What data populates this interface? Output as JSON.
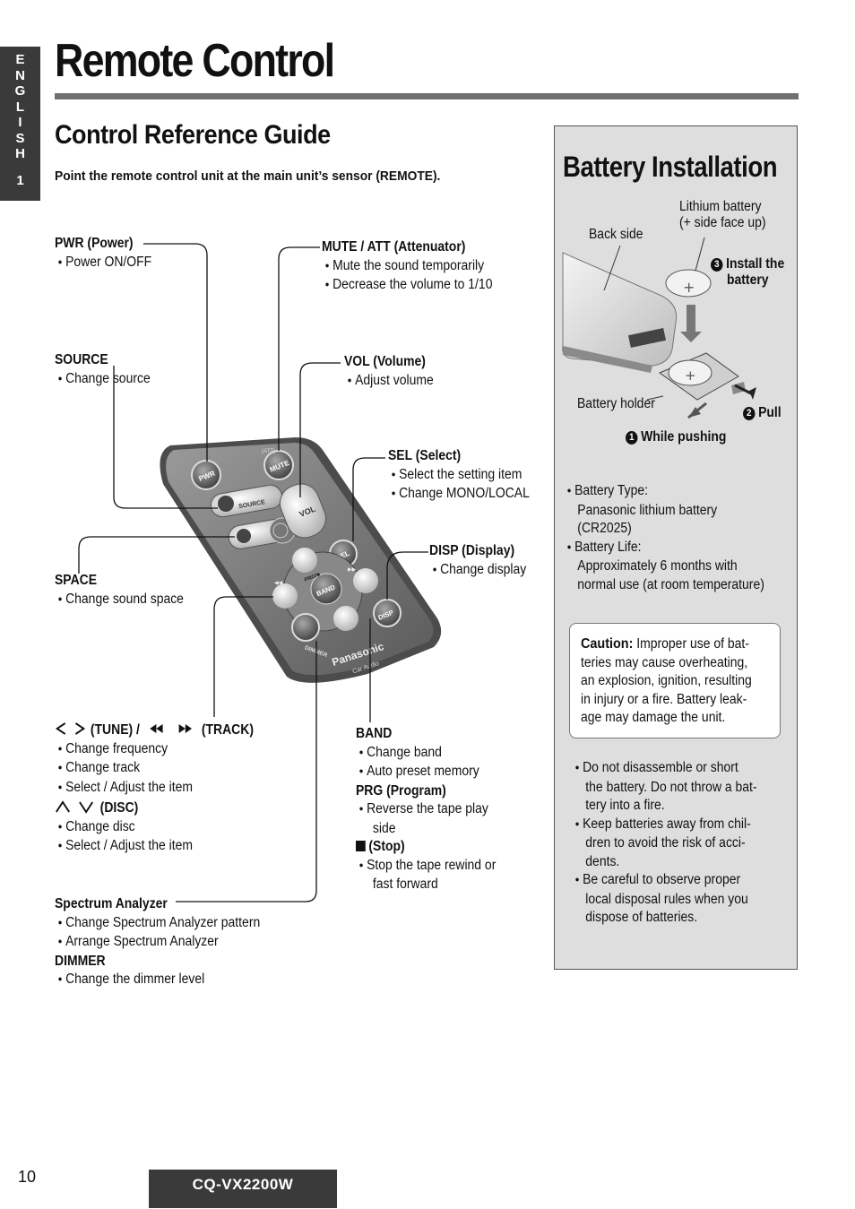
{
  "side_tab": {
    "letters": [
      "E",
      "N",
      "G",
      "L",
      "I",
      "S",
      "H"
    ],
    "number": "1"
  },
  "page_title": "Remote Control",
  "left": {
    "heading": "Control Reference Guide",
    "intro": "Point the remote control unit at the main unit’s sensor (REMOTE).",
    "pwr": {
      "title": "PWR (Power)",
      "items": [
        "Power ON/OFF"
      ]
    },
    "source": {
      "title": "SOURCE",
      "items": [
        "Change source"
      ]
    },
    "space": {
      "title": "SPACE",
      "items": [
        "Change sound space"
      ]
    },
    "mute": {
      "title": "MUTE / ATT (Attenuator)",
      "items": [
        "Mute the sound temporarily",
        "Decrease the volume to 1/10"
      ]
    },
    "vol": {
      "title": "VOL (Volume)",
      "items": [
        "Adjust volume"
      ]
    },
    "sel": {
      "title": "SEL (Select)",
      "items": [
        "Select the setting item",
        "Change MONO/LOCAL"
      ]
    },
    "disp": {
      "title": "DISP (Display)",
      "items": [
        "Change display"
      ]
    },
    "tune": {
      "title_tune": "(TUNE) /",
      "title_track": "(TRACK)",
      "items": [
        "Change frequency",
        "Change track",
        "Select / Adjust the item"
      ]
    },
    "disc": {
      "title": "(DISC)",
      "items": [
        "Change disc",
        "Select / Adjust the item"
      ]
    },
    "spectrum": {
      "title": "Spectrum Analyzer",
      "items": [
        "Change Spectrum Analyzer pattern",
        "Arrange Spectrum Analyzer"
      ]
    },
    "dimmer": {
      "title": "DIMMER",
      "items": [
        "Change the dimmer level"
      ]
    },
    "band": {
      "title": "BAND",
      "items": [
        "Change band",
        "Auto preset memory"
      ]
    },
    "prg": {
      "title": "PRG (Program)",
      "items": [
        "Reverse the tape play",
        "side"
      ]
    },
    "stop": {
      "title": "(Stop)",
      "items": [
        "Stop the tape rewind or",
        "fast forward"
      ]
    }
  },
  "remote": {
    "buttons": [
      "PWR",
      "MUTE",
      "(ATT)",
      "SOURCE",
      "VOL",
      "SEL",
      "PRG/■",
      "BAND",
      "DISP",
      "DIMMER",
      "◀◀",
      "▶▶"
    ],
    "brand": "Panasonic",
    "sub_brand": "Car Audio"
  },
  "battery": {
    "heading": "Battery Installation",
    "back_side": "Back side",
    "lithium_1": "Lithium battery",
    "lithium_2": "(+ side face up)",
    "step3_1": "Install the",
    "step3_2": "battery",
    "holder": "Battery holder",
    "step2": "Pull",
    "step1": "While pushing",
    "step_numbers": [
      "1",
      "2",
      "3"
    ],
    "type_label": "Battery Type:",
    "type_value_1": "Panasonic lithium battery",
    "type_value_2": "(CR2025)",
    "life_label": "Battery Life:",
    "life_value_1": "Approximately 6 months with",
    "life_value_2": "normal use (at room temperature)",
    "caution_label": "Caution:",
    "caution_lines": [
      "Improper use of bat-",
      "teries may cause overheating,",
      "an explosion, ignition, resulting",
      "in injury or a fire. Battery leak-",
      "age may damage the unit."
    ],
    "notes": [
      [
        "Do not disassemble or short",
        "the battery. Do not throw a bat-",
        "tery into a fire."
      ],
      [
        "Keep batteries away from chil-",
        "dren to avoid the risk of acci-",
        "dents."
      ],
      [
        "Be careful to observe proper",
        "local disposal rules when you",
        "dispose of batteries."
      ]
    ]
  },
  "footer": {
    "page_number": "10",
    "model": "CQ-VX2200W"
  }
}
